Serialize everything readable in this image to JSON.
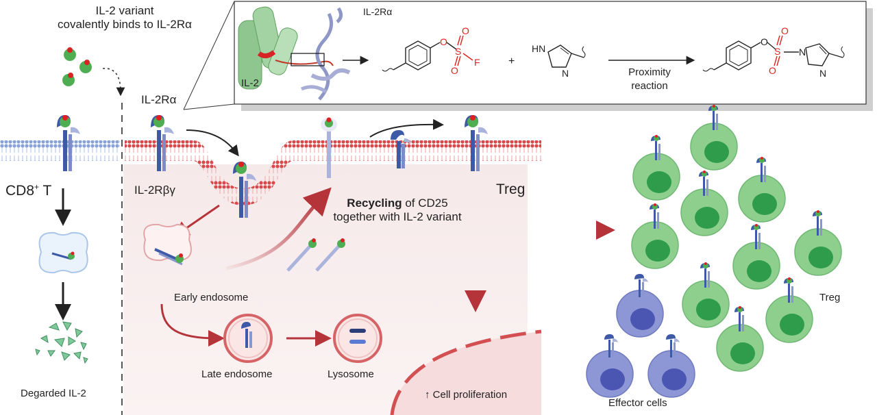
{
  "title": {
    "line1": "IL-2 variant",
    "line2": "covalently binds to IL-2Rα"
  },
  "inset": {
    "protein_label_il2": "IL-2",
    "protein_label_receptor": "IL-2Rα",
    "atoms": {
      "o1": "O",
      "s1": "S",
      "o_top": "O",
      "o_bot": "O",
      "f": "F",
      "hn": "HN",
      "n": "N",
      "o2": "O",
      "s2": "S",
      "o3": "O",
      "o4": "O",
      "n2": "N",
      "n3": "N"
    },
    "plus": "+",
    "arrow_label_line1": "Proximity",
    "arrow_label_line2": "reaction"
  },
  "membrane": {
    "left_receptor_label": "IL-2Rα",
    "beta_gamma_label": "IL-2Rβγ",
    "cd8_label": "CD8",
    "cd8_sup": "+",
    "cd8_suffix": " T",
    "treg_label": "Treg"
  },
  "pathway": {
    "recycling_bold": "Recycling",
    "recycling_rest": " of CD25",
    "recycling_line2": "together with IL-2 variant",
    "early_endosome": "Early endosome",
    "late_endosome": "Late endosome",
    "lysosome": "Lysosome",
    "degraded": "Degarded IL-2",
    "proliferation_arrow": "↑",
    "proliferation": "Cell proliferation"
  },
  "right_panel": {
    "treg": "Treg",
    "effector": "Effector cells"
  },
  "colors": {
    "membrane_blue": "#8aa3d6",
    "membrane_red": "#d9494b",
    "receptor_dark": "#3e5aa6",
    "receptor_light": "#aab3dc",
    "il2_green": "#4fae52",
    "treg_outer": "#8ecf8e",
    "treg_inner": "#2e9c4a",
    "effector_outer": "#8e97d6",
    "effector_inner": "#4b56b3",
    "pathway_red": "#b5343a"
  }
}
